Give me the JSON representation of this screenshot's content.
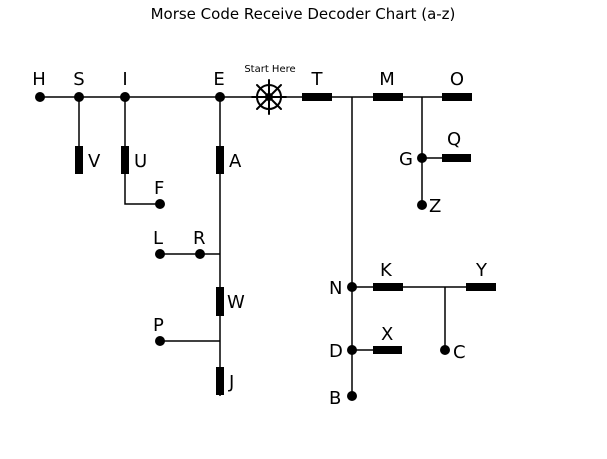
{
  "title": "Morse Code Receive Decoder Chart (a-z)",
  "start_label": "Start Here",
  "start_icon": "ship-wheel-icon",
  "colors": {
    "ink": "#000000",
    "background": "#ffffff"
  },
  "letters": {
    "H": "H",
    "S": "S",
    "I": "I",
    "E": "E",
    "T": "T",
    "M": "M",
    "O": "O",
    "V": "V",
    "U": "U",
    "F": "F",
    "A": "A",
    "L": "L",
    "R": "R",
    "W": "W",
    "P": "P",
    "J": "J",
    "G": "G",
    "Q": "Q",
    "Z": "Z",
    "N": "N",
    "K": "K",
    "Y": "Y",
    "D": "D",
    "X": "X",
    "C": "C",
    "B": "B"
  }
}
